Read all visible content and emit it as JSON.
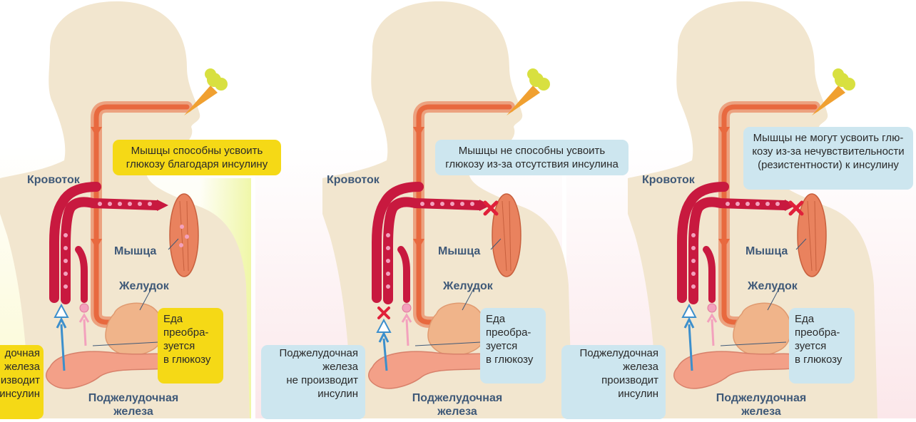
{
  "colors": {
    "panel1_bg": "#fbf9d0",
    "panel1_accent": "#eef6a0",
    "panel2_bg": "#fbe7ea",
    "panel3_bg": "#fbe7ea",
    "silhouette": "#f2e6cf",
    "food_tract": "#e8693f",
    "blood": "#c8193f",
    "glucose_dot": "#f3a1bd",
    "insulin": "#3c8fcc",
    "label_text": "#3f5978",
    "callout_yellow": "#f5d916",
    "callout_blue": "#cde6ef"
  },
  "icons": [
    "carrot-icon",
    "muscle-icon",
    "stomach-icon",
    "pancreas-icon",
    "insulin-triangle-icon",
    "glucose-circle-icon",
    "block-x-icon"
  ],
  "panels": [
    {
      "bloodstream": "Кровоток",
      "muscle": "Мышца",
      "stomach": "Желудок",
      "pancreas_1": "Поджелудочная",
      "pancreas_2": "железа",
      "muscle_callout_1": "Мышцы способны усвоить",
      "muscle_callout_2": "глюкозу благодаря инсулину",
      "food_1": "Еда",
      "food_2": "преобра-",
      "food_3": "зуется",
      "food_4": "в глюкозу",
      "insulin_1": "дочная",
      "insulin_2": "железа",
      "insulin_3": "изводит",
      "insulin_4": "инсулин"
    },
    {
      "bloodstream": "Кровоток",
      "muscle": "Мышца",
      "stomach": "Желудок",
      "pancreas_1": "Поджелудочная",
      "pancreas_2": "железа",
      "muscle_callout_1": "Мышцы не способны усвоить",
      "muscle_callout_2": "глюкозу из-за отсутствия инсулина",
      "food_1": "Еда",
      "food_2": "преобра-",
      "food_3": "зуется",
      "food_4": "в глюкозу",
      "insulin_1": "Поджелудочная",
      "insulin_2": "железа",
      "insulin_3": "не производит",
      "insulin_4": "инсулин"
    },
    {
      "bloodstream": "Кровоток",
      "muscle": "Мышца",
      "stomach": "Желудок",
      "pancreas_1": "Поджелудочная",
      "pancreas_2": "железа",
      "muscle_callout_1": "Мышцы не могут усвоить глю-",
      "muscle_callout_2": "козу из-за нечувствительности",
      "muscle_callout_3": "(резистентности) к инсулину",
      "food_1": "Еда",
      "food_2": "преобра-",
      "food_3": "зуется",
      "food_4": "в глюкозу",
      "insulin_1": "Поджелудочная",
      "insulin_2": "железа",
      "insulin_3": "производит",
      "insulin_4": "инсулин"
    }
  ]
}
